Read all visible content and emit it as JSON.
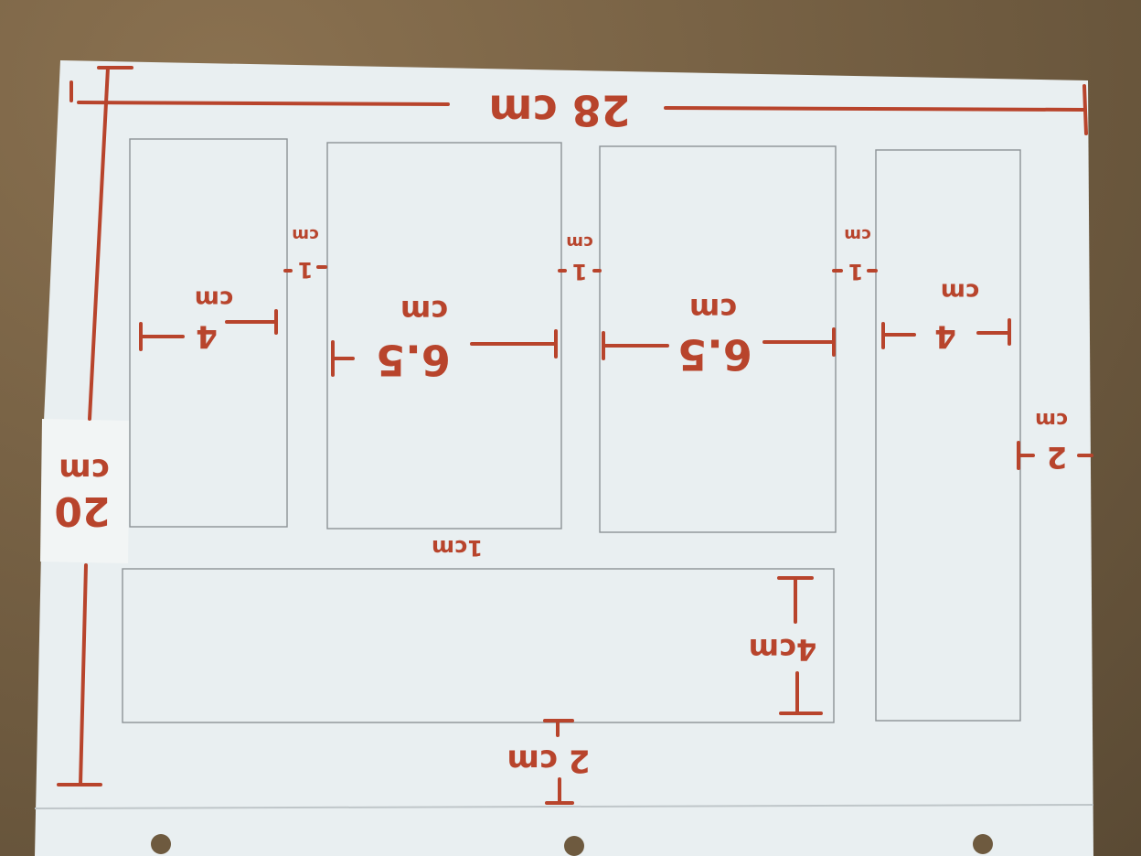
{
  "photo": {
    "subject": "hand-drawn layout sketch on paper over cardboard",
    "colors": {
      "paper": "#e8eef0",
      "ink": "#b8442c",
      "pencil": "#8c9296",
      "cardboard": "#7a6448"
    }
  },
  "dimensions": {
    "width_label": "28 cm",
    "height_num": "20",
    "height_unit": "cm",
    "panel_small_left": "4",
    "panel_small_left_unit": "cm",
    "panel_mid_left": "6.5",
    "panel_mid_left_unit": "cm",
    "panel_mid_right": "6.5",
    "panel_mid_right_unit": "cm",
    "panel_small_right": "4",
    "panel_small_right_unit": "cm",
    "gap_1": "1",
    "gap_1_unit": "cm",
    "gap_2": "1",
    "gap_2_unit": "cm",
    "gap_3": "1",
    "gap_3_unit": "cm",
    "gap_right": "2",
    "gap_right_unit": "cm",
    "gap_row": "1cm",
    "bottom_panel_height": "4cm",
    "bottom_margin": "2 cm"
  }
}
